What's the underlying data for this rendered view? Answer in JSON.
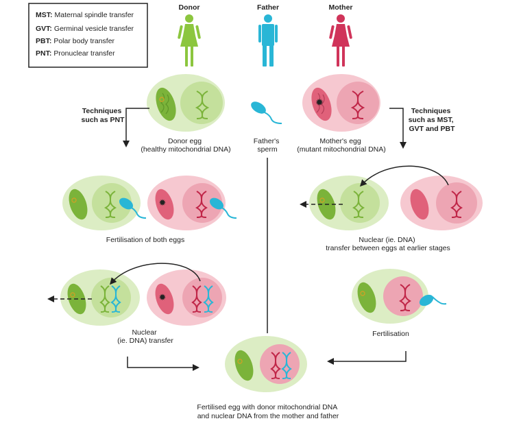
{
  "legend": {
    "items": [
      {
        "abbr": "MST:",
        "text": "Maternal spindle transfer"
      },
      {
        "abbr": "GVT:",
        "text": "Germinal vesicle transfer"
      },
      {
        "abbr": "PBT:",
        "text": "Polar body transfer"
      },
      {
        "abbr": "PNT:",
        "text": "Pronuclear transfer"
      }
    ]
  },
  "people": {
    "donor": "Donor",
    "father": "Father",
    "mother": "Mother"
  },
  "labels": {
    "techniques_left": [
      "Techniques",
      "such as PNT"
    ],
    "techniques_right": [
      "Techniques",
      "such as MST,",
      "GVT and PBT"
    ],
    "donor_egg": [
      "Donor egg",
      "(healthy mitochondrial DNA)"
    ],
    "fathers_sperm": [
      "Father's",
      "sperm"
    ],
    "mothers_egg": [
      "Mother's egg",
      "(mutant mitochondrial DNA)"
    ],
    "fertilisation_both": "Fertilisation of both eggs",
    "nuclear_earlier": [
      "Nuclear (ie. DNA)",
      "transfer between eggs at earlier stages"
    ],
    "nuclear_transfer": [
      "Nuclear",
      "(ie. DNA) transfer"
    ],
    "fertilisation": "Fertilisation",
    "final": [
      "Fertilised egg with donor mitochondrial DNA",
      "and nuclear DNA from the mother and father"
    ]
  },
  "colors": {
    "donor_green": "#8cc63f",
    "father_blue": "#29b6d6",
    "mother_red": "#d0345a",
    "egg_green_outer": "#dcedc4",
    "egg_green_inner": "#c4e09c",
    "egg_red_outer": "#f6c8d0",
    "egg_red_inner": "#eda5b3",
    "mito_green": "#7bb33a",
    "mito_red": "#e0617a"
  }
}
